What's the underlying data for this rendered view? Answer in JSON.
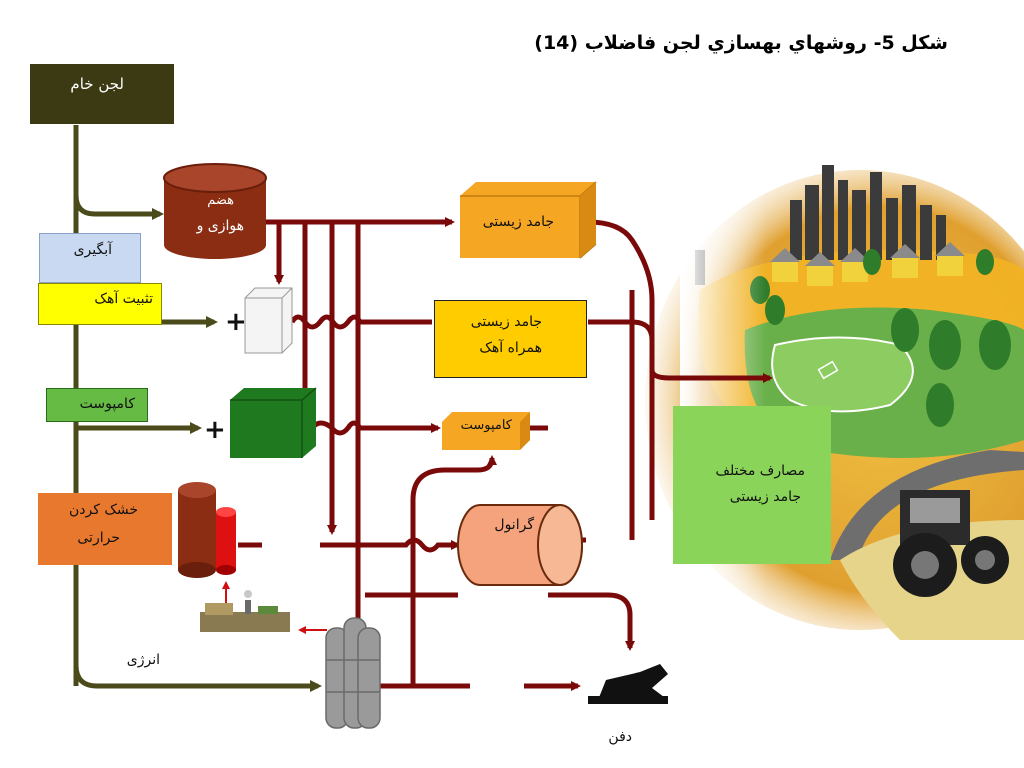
{
  "title": "شکل 5- روشهاي بهسازي لجن فاضلاب (14)",
  "nodes": {
    "raw_sludge": "لجن خام",
    "digestion_l1": "هضم",
    "digestion_l2": "هوازی و",
    "dewatering": "آبگیری",
    "lime": "تثبیت آهک",
    "compost": "کامپوست",
    "drying_l1": "خشک کردن",
    "drying_l2": "حرارتی",
    "biosolid": "جامد زیستی",
    "biosolid_lime_l1": "جامد زیستی",
    "biosolid_lime_l2": "همراه آهک",
    "compost_product": "کامپوست",
    "granule": "گرانول",
    "uses_l1": "مصارف مختلف",
    "uses_l2": "جامد زیستی",
    "energy": "انرژی",
    "landfill": "دفن"
  },
  "colors": {
    "flow": "#7a0a0a",
    "raw_sludge_fill": "#3b3a12",
    "feed_line": "#4a4a1a",
    "digester": "#8b2d12",
    "dewatering_fill": "#c9d9f1",
    "lime_fill": "#ffff00",
    "compost_fill": "#66bb44",
    "drying_fill": "#e8782e",
    "biosolid_fill": "#f5a623",
    "biosolid_lime_fill": "#ffcc00",
    "granule_fill": "#f4a37c",
    "uses_fill": "#8bd45a"
  }
}
